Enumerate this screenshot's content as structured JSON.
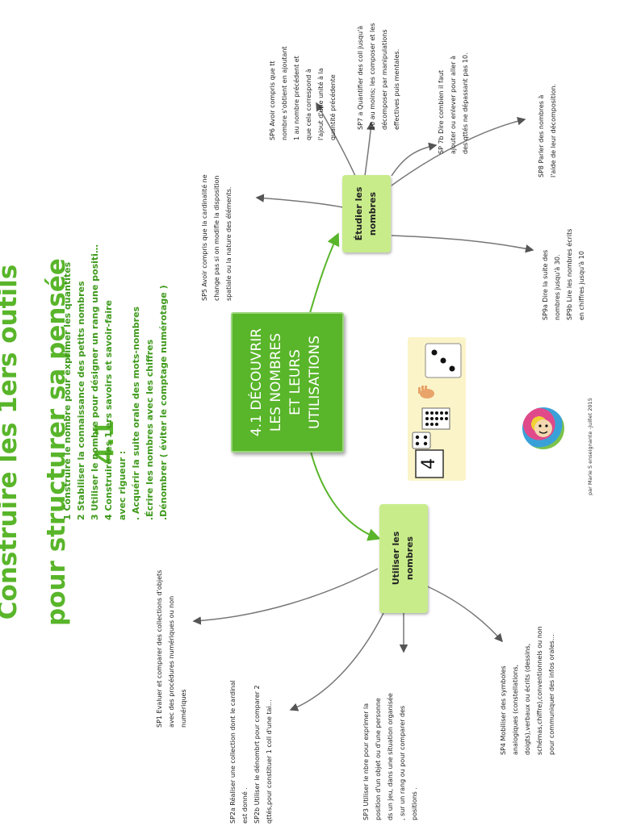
{
  "diagram": {
    "title_lines": [
      "Construire les 1ers outils",
      "pour structurer sa pensée",
      "4.1"
    ],
    "objectives": [
      "1 Construire le nombre pour exprimer les quantités",
      "2 Stabiliser la connaissance des petits nombres",
      "3 Utiliser le nombre pour désigner un rang une positi…",
      "",
      "4 Construire les 1 ers savoirs et savoir-faire",
      "avec rigueur :",
      ". Acquérir la suite orale des mots-nombres",
      ".Écrire les nombres avec les chiffres",
      ".Dénombrer ( éviter le comptage numérotage )"
    ],
    "center_lines": [
      "4.1 DÉCOUVRIR",
      "LES NOMBRES",
      "ET LEURS",
      "UTILISATIONS"
    ],
    "branch_etudier": [
      "Étudier les",
      "nombres"
    ],
    "branch_utiliser": [
      "Utiliser les",
      "nombres"
    ],
    "notes": {
      "sp5": [
        "SP5 Avoir compris que la cardinalité ne",
        "change pas si on modifie la disposition",
        "spatiale ou la nature des éléments."
      ],
      "sp6": [
        "SP6 Avoir compris que tt",
        "nombre s'obtient en ajoutant",
        "1 au nombre précédent et",
        "que cela correspond à",
        "l'ajout d'une unité à la",
        "quantité précédente"
      ],
      "sp7a": [
        "SP7 a Quantifier des coll jusqu'à",
        "10 au moins; les composer et les",
        "décomposer par manipulations",
        "effectives puis mentales."
      ],
      "sp7b": [
        "SP 7b Dire combien il faut",
        "ajouter ou enlever pour aller à",
        "des qttés ne dépassant pas 10."
      ],
      "sp8": [
        "SP8 Parler des nombres à",
        "l'aide de leur décomposition."
      ],
      "sp9": [
        "SP9a Dire la suite des",
        "nombres jusqu'à 30.",
        "SP9b Lire les nombres écrits",
        "en chiffres jusqu'à 10"
      ],
      "sp1": [
        "SP1 Evaluer et comparer des collections d'objets",
        "avec des procédures numériques ou non",
        "numériques"
      ],
      "sp2": [
        "SP2a Réaliser une collection dont le cardinal",
        "est donné .",
        "SP2b Utiliser le dénombrt pour comparer 2",
        "qttés,pour constituer 1 coll d'une tai…"
      ],
      "sp3": [
        "SP3 Utiliser le nbre pour exprimer la",
        "position d'un objet  ou d'une personne",
        "ds un jeu, dans une situation organisée",
        ", sur un rang ou pour comparer des",
        "positions ."
      ],
      "sp4": [
        "SP4 Mobiliser des symboles",
        "analogiques (constellations,",
        "doigts),verbaux ou écrits (dessins,",
        "schémas,chiffre),conventionnels ou non",
        "pour communiquer des infos orales…"
      ]
    },
    "digit_card": "4",
    "credit": "par Marie S enseignante -Juillet 2015",
    "colors": {
      "accent": "#59b52a",
      "branch": "#c8ec8a",
      "objectives": "#3f9a1c"
    }
  }
}
